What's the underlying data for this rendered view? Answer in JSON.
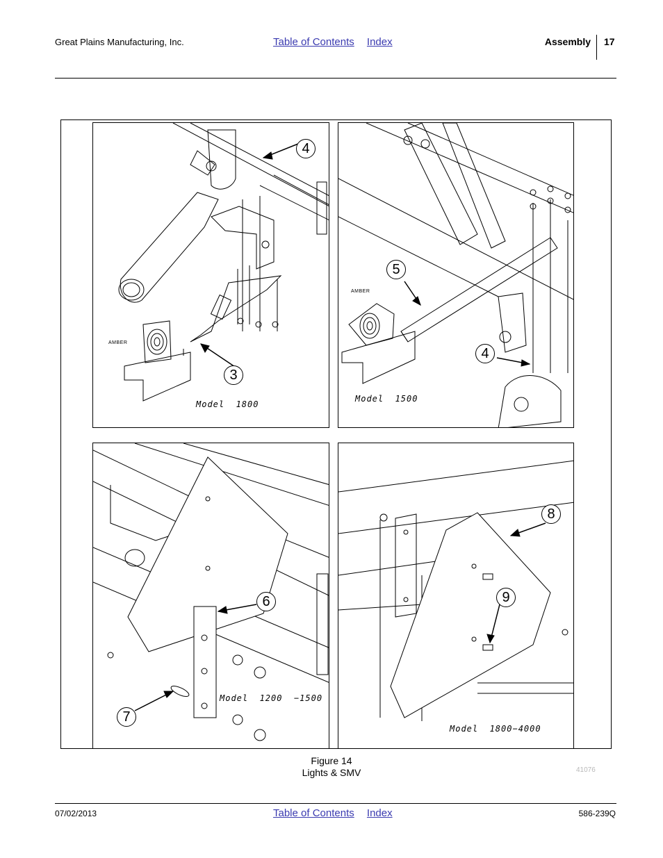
{
  "header": {
    "company": "Great Plains Manufacturing, Inc.",
    "toc_link": "Table of Contents",
    "index_link": "Index",
    "section": "Assembly",
    "page_number": "17"
  },
  "figure": {
    "panels": [
      {
        "model": "Model  1800",
        "amber": "AMBER",
        "callouts": [
          "4",
          "3"
        ]
      },
      {
        "model": "Model  1500",
        "amber": "AMBER",
        "callouts": [
          "5",
          "4"
        ]
      },
      {
        "model": "Model  1200  −1500",
        "callouts": [
          "6",
          "7"
        ]
      },
      {
        "model": "Model  1800−4000",
        "callouts": [
          "8",
          "9"
        ]
      }
    ],
    "caption_number": "Figure 14",
    "caption_title": "Lights & SMV",
    "drawing_number": "41076"
  },
  "footer": {
    "date": "07/02/2013",
    "toc_link": "Table of Contents",
    "index_link": "Index",
    "doc_number": "586-239Q"
  }
}
